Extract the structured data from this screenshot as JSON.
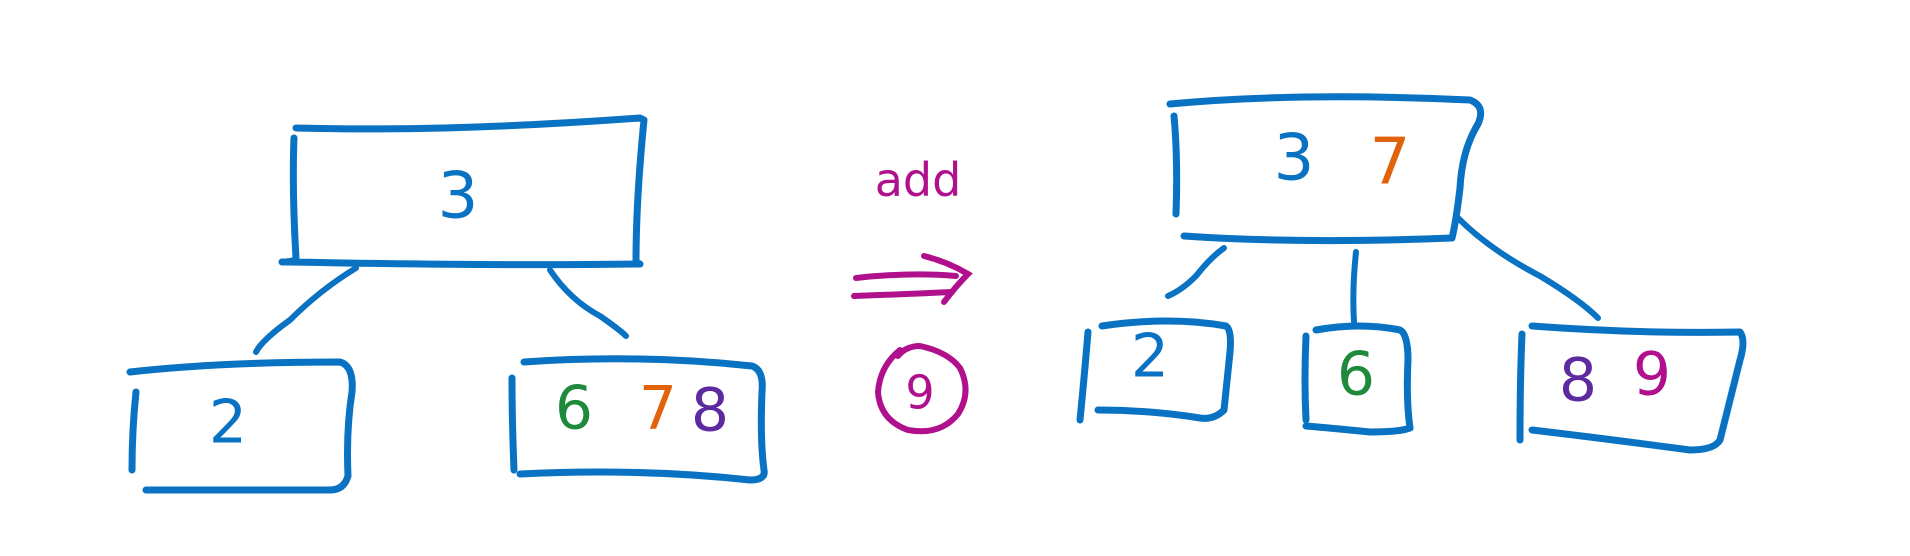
{
  "colors": {
    "structure": "#0a72c2",
    "key_3_2": "#0a72c2",
    "key_6": "#1f8a3c",
    "key_7": "#e0620a",
    "key_8": "#5e2aa0",
    "key_9": "#b0108c",
    "operation": "#b0108c"
  },
  "before": {
    "root": {
      "keys": [
        "3"
      ]
    },
    "left_leaf": {
      "keys": [
        "2"
      ]
    },
    "right_leaf": {
      "keys": [
        "6",
        "7",
        "8"
      ]
    }
  },
  "operation": {
    "label": "add",
    "arrow_icon": "double-arrow-right-icon",
    "value": "9"
  },
  "after": {
    "root": {
      "keys": [
        "3",
        "7"
      ]
    },
    "leaf_1": {
      "keys": [
        "2"
      ]
    },
    "leaf_2": {
      "keys": [
        "6"
      ]
    },
    "leaf_3": {
      "keys": [
        "8",
        "9"
      ]
    }
  }
}
